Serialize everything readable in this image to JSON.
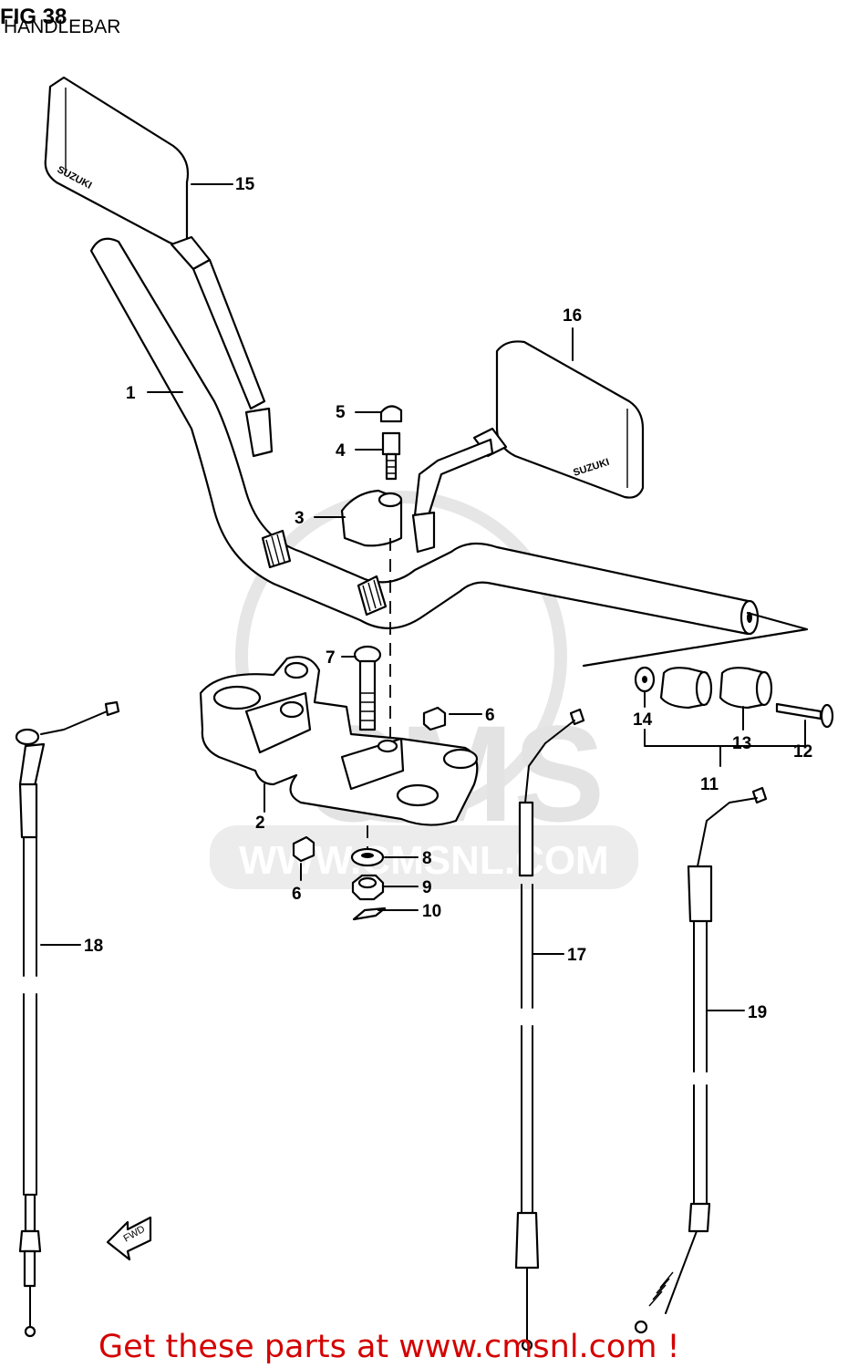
{
  "header": {
    "fig_label": "FIG 38",
    "title": "HANDLEBAR"
  },
  "watermark": {
    "brand": "CMS",
    "url": "WWW.CMSNL.COM"
  },
  "brand_on_mirrors": "SUZUKI",
  "fwd_arrow_text": "FWD",
  "callouts": {
    "p1": "1",
    "p2": "2",
    "p3": "3",
    "p4": "4",
    "p5": "5",
    "p6a": "6",
    "p6b": "6",
    "p7": "7",
    "p8": "8",
    "p9": "9",
    "p10": "10",
    "p11": "11",
    "p12": "12",
    "p13": "13",
    "p14": "14",
    "p15": "15",
    "p16": "16",
    "p17": "17",
    "p18": "18",
    "p19": "19"
  },
  "footer": {
    "text": "Get these parts at www.cmsnl.com !"
  }
}
